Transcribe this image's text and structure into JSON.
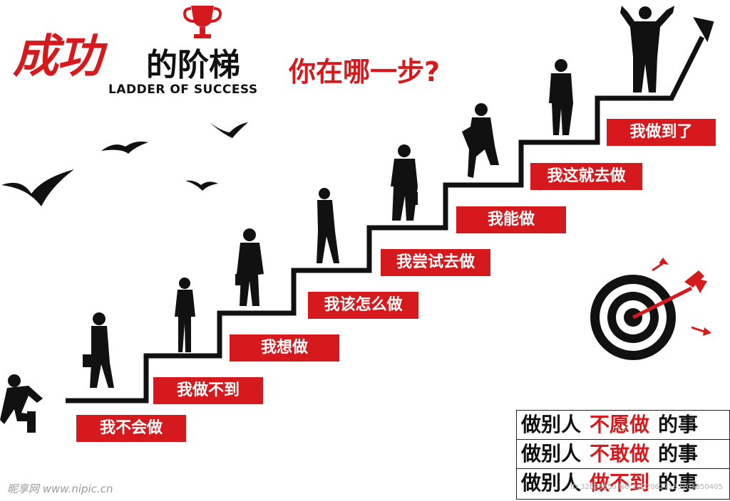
{
  "header": {
    "title_main": "成功",
    "title_sub": "的阶梯",
    "title_en": "LADDER OF SUCCESS",
    "question": "你在哪一步?"
  },
  "steps": [
    {
      "label": "我不会做"
    },
    {
      "label": "我做不到"
    },
    {
      "label": "我想做"
    },
    {
      "label": "我该怎么做"
    },
    {
      "label": "我尝试去做"
    },
    {
      "label": "我能做"
    },
    {
      "label": "我这就去做"
    },
    {
      "label": "我做到了"
    }
  ],
  "motto": [
    {
      "prefix": "做别人",
      "highlight": "不愿做",
      "suffix": "的事"
    },
    {
      "prefix": "做别人",
      "highlight": "不敢做",
      "suffix": "的事"
    },
    {
      "prefix": "做别人",
      "highlight": "做不到",
      "suffix": "的事"
    }
  ],
  "watermark": {
    "left": "昵享网 www.nipic.cn",
    "right": "ID:32896850 NO:20220627183204850405"
  },
  "colors": {
    "accent": "#d6191c",
    "ink": "#111111"
  },
  "icons": [
    "trophy-icon",
    "bird-icon",
    "person-silhouette-icon",
    "target-icon",
    "arrow-icon"
  ]
}
